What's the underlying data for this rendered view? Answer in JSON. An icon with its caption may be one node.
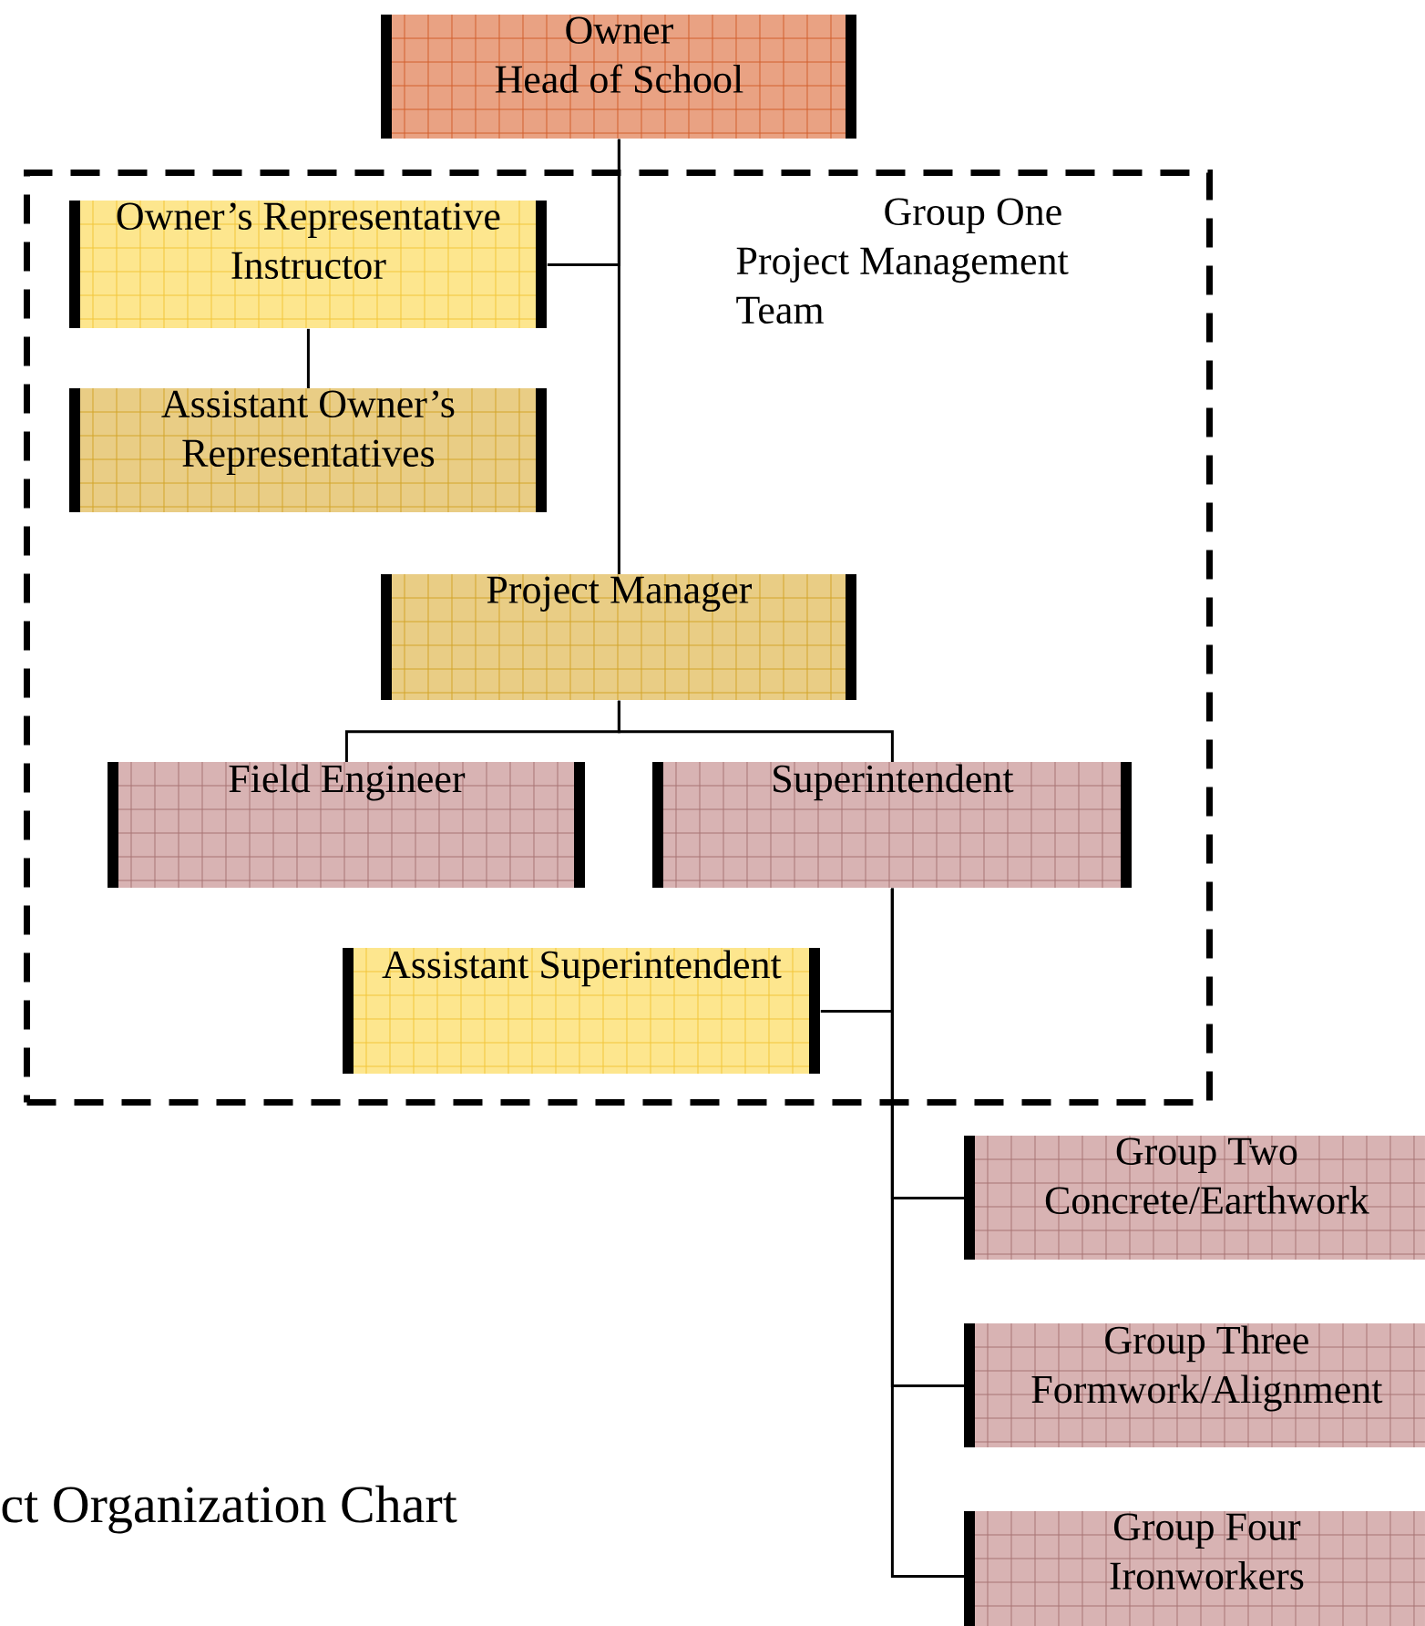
{
  "diagram": {
    "nodes": [
      {
        "text": [
          "Owner",
          "Head of School"
        ]
      },
      {
        "text": [
          "Group One",
          "Project Management Team"
        ]
      },
      {
        "text": [
          "Owner’s Representative Instructor"
        ],
        "in": 1
      },
      {
        "text": [
          "Assistant Owner’s Representatives"
        ],
        "in": 1
      },
      {
        "text": [
          "Project Manager"
        ],
        "in": 1
      },
      {
        "text": [
          "Field Engineer"
        ],
        "in": 1
      },
      {
        "text": [
          "Superintendent"
        ],
        "in": 1
      },
      {
        "text": [
          "Assistant Superintendent"
        ],
        "in": 1
      },
      {
        "text": [
          "Group Two",
          "Concrete/Earthwork"
        ]
      },
      {
        "text": [
          "Group Three",
          "Formwork/Alignment"
        ]
      },
      {
        "text": [
          "Group Four",
          "Ironworkers"
        ]
      }
    ],
    "edges": [
      {
        "from": 0,
        "to": 2,
        "arrow": "none"
      },
      {
        "from": 0,
        "to": 4,
        "arrow": "none"
      },
      {
        "from": 2,
        "to": 3,
        "arrow": "none"
      },
      {
        "from": 4,
        "to": 5,
        "arrow": "none"
      },
      {
        "from": 4,
        "to": 6,
        "arrow": "none"
      },
      {
        "from": 6,
        "to": 7,
        "arrow": "none"
      },
      {
        "from": 6,
        "to": 8,
        "arrow": "none"
      },
      {
        "from": 6,
        "to": 9,
        "arrow": "none"
      },
      {
        "from": 6,
        "to": 10,
        "arrow": "none"
      }
    ],
    "labels": [
      "ct Organization Chart"
    ]
  }
}
